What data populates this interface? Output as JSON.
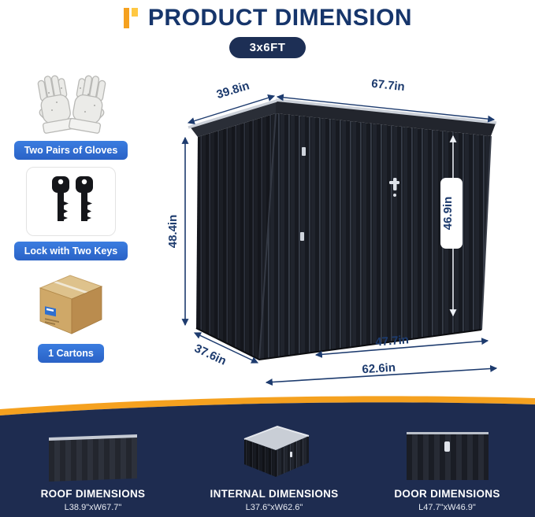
{
  "colors": {
    "title_navy": "#16356b",
    "band_navy": "#1e2c50",
    "accent_orange": "#f5a11f",
    "pill_blue": "#2f6fce",
    "dimension_navy": "#1d3b6e",
    "shed_dark": "#171a21",
    "roof_silver": "#ccd1d9"
  },
  "header": {
    "title": "PRODUCT DIMENSION",
    "badge": "3x6FT"
  },
  "features": [
    {
      "label": "Two Pairs of Gloves",
      "icon": "gloves-icon"
    },
    {
      "label": "Lock with Two Keys",
      "icon": "keys-icon"
    },
    {
      "label": "1 Cartons",
      "icon": "carton-icon"
    }
  ],
  "dimensions": {
    "roof_depth": "39.8in",
    "roof_width": "67.7in",
    "outer_height": "48.4in",
    "inner_height": "46.9in",
    "door_width": "47.7in",
    "base_depth": "37.6in",
    "base_width": "62.6in"
  },
  "footer": {
    "items": [
      {
        "title": "ROOF DIMENSIONS",
        "value": "L38.9\"xW67.7\""
      },
      {
        "title": "INTERNAL DIMENSIONS",
        "value": "L37.6\"xW62.6\""
      },
      {
        "title": "DOOR DIMENSIONS",
        "value": "L47.7\"xW46.9\""
      }
    ]
  }
}
